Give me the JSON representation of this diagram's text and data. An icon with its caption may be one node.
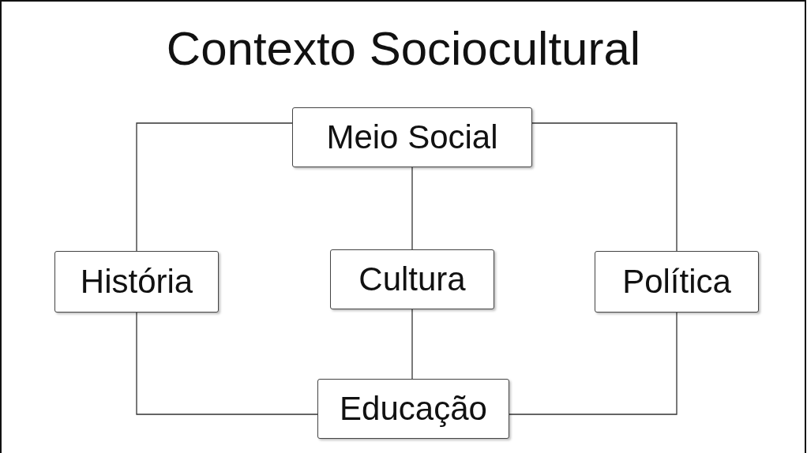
{
  "diagram": {
    "title": "Contexto Sociocultural",
    "nodes": [
      {
        "text": [
          "Meio Social"
        ]
      },
      {
        "text": [
          "História"
        ]
      },
      {
        "text": [
          "Cultura"
        ]
      },
      {
        "text": [
          "Política"
        ]
      },
      {
        "text": [
          "Educação"
        ]
      }
    ],
    "edges": [
      {
        "from": 0,
        "to": 1,
        "arrow": "none"
      },
      {
        "from": 0,
        "to": 3,
        "arrow": "none"
      },
      {
        "from": 0,
        "to": 2,
        "arrow": "none"
      },
      {
        "from": 1,
        "to": 4,
        "arrow": "none"
      },
      {
        "from": 2,
        "to": 4,
        "arrow": "none"
      },
      {
        "from": 3,
        "to": 4,
        "arrow": "none"
      }
    ]
  }
}
